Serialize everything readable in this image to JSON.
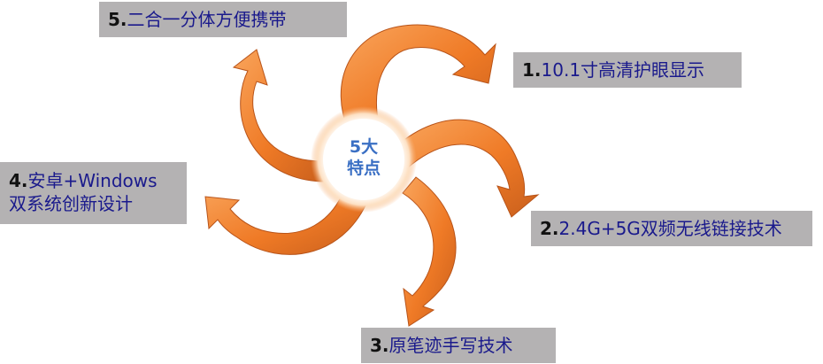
{
  "center": {
    "line1": "5大",
    "line2": "特点"
  },
  "features": [
    {
      "num": "1.",
      "text": "10.1寸高清护眼显示"
    },
    {
      "num": "2.",
      "text": "2.4G+5G双频无线链接技术"
    },
    {
      "num": "3.",
      "text": "原笔迹手写技术"
    },
    {
      "num": "4.",
      "text": "安卓+Windows",
      "text2": "双系统创新设计"
    },
    {
      "num": "5.",
      "text": "二合一分体方便携带"
    }
  ],
  "colors": {
    "arrow": "#f07f2a",
    "arrow_dark": "#b8541a",
    "label_bg": "#b4b2b3",
    "label_text": "#1a1a8c",
    "center_text": "#3a6fc4"
  }
}
